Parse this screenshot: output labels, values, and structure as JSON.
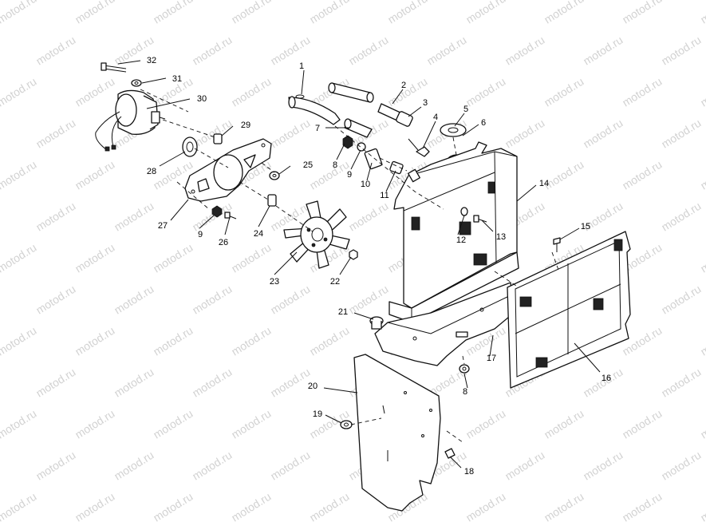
{
  "diagram": {
    "watermark_text": "motod.ru",
    "colors": {
      "line": "#111111",
      "background": "#ffffff",
      "watermark": "#d2d2d2"
    },
    "callouts": [
      "1",
      "2",
      "3",
      "4",
      "5",
      "6",
      "7",
      "8",
      "9",
      "10",
      "11",
      "12",
      "13",
      "14",
      "15",
      "16",
      "17",
      "18",
      "19",
      "20",
      "21",
      "22",
      "23",
      "24",
      "25",
      "26",
      "27",
      "28",
      "29",
      "30",
      "31",
      "32",
      "9",
      "8"
    ]
  }
}
